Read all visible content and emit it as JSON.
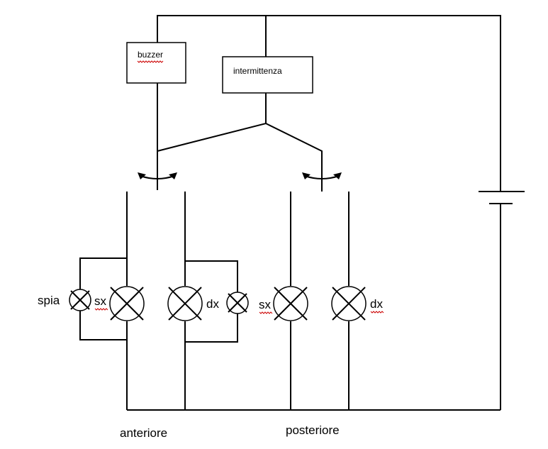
{
  "components": {
    "buzzer": "buzzer",
    "flasher": "intermittenza"
  },
  "lamp_labels": {
    "spia": "spia",
    "front_left": "sx",
    "front_right": "dx",
    "rear_left": "sx",
    "rear_right": "dx"
  },
  "group_labels": {
    "front": "anteriore",
    "rear": "posteriore"
  },
  "colors": {
    "line": "#000000",
    "spellcheck_underline": "#cc0000"
  }
}
